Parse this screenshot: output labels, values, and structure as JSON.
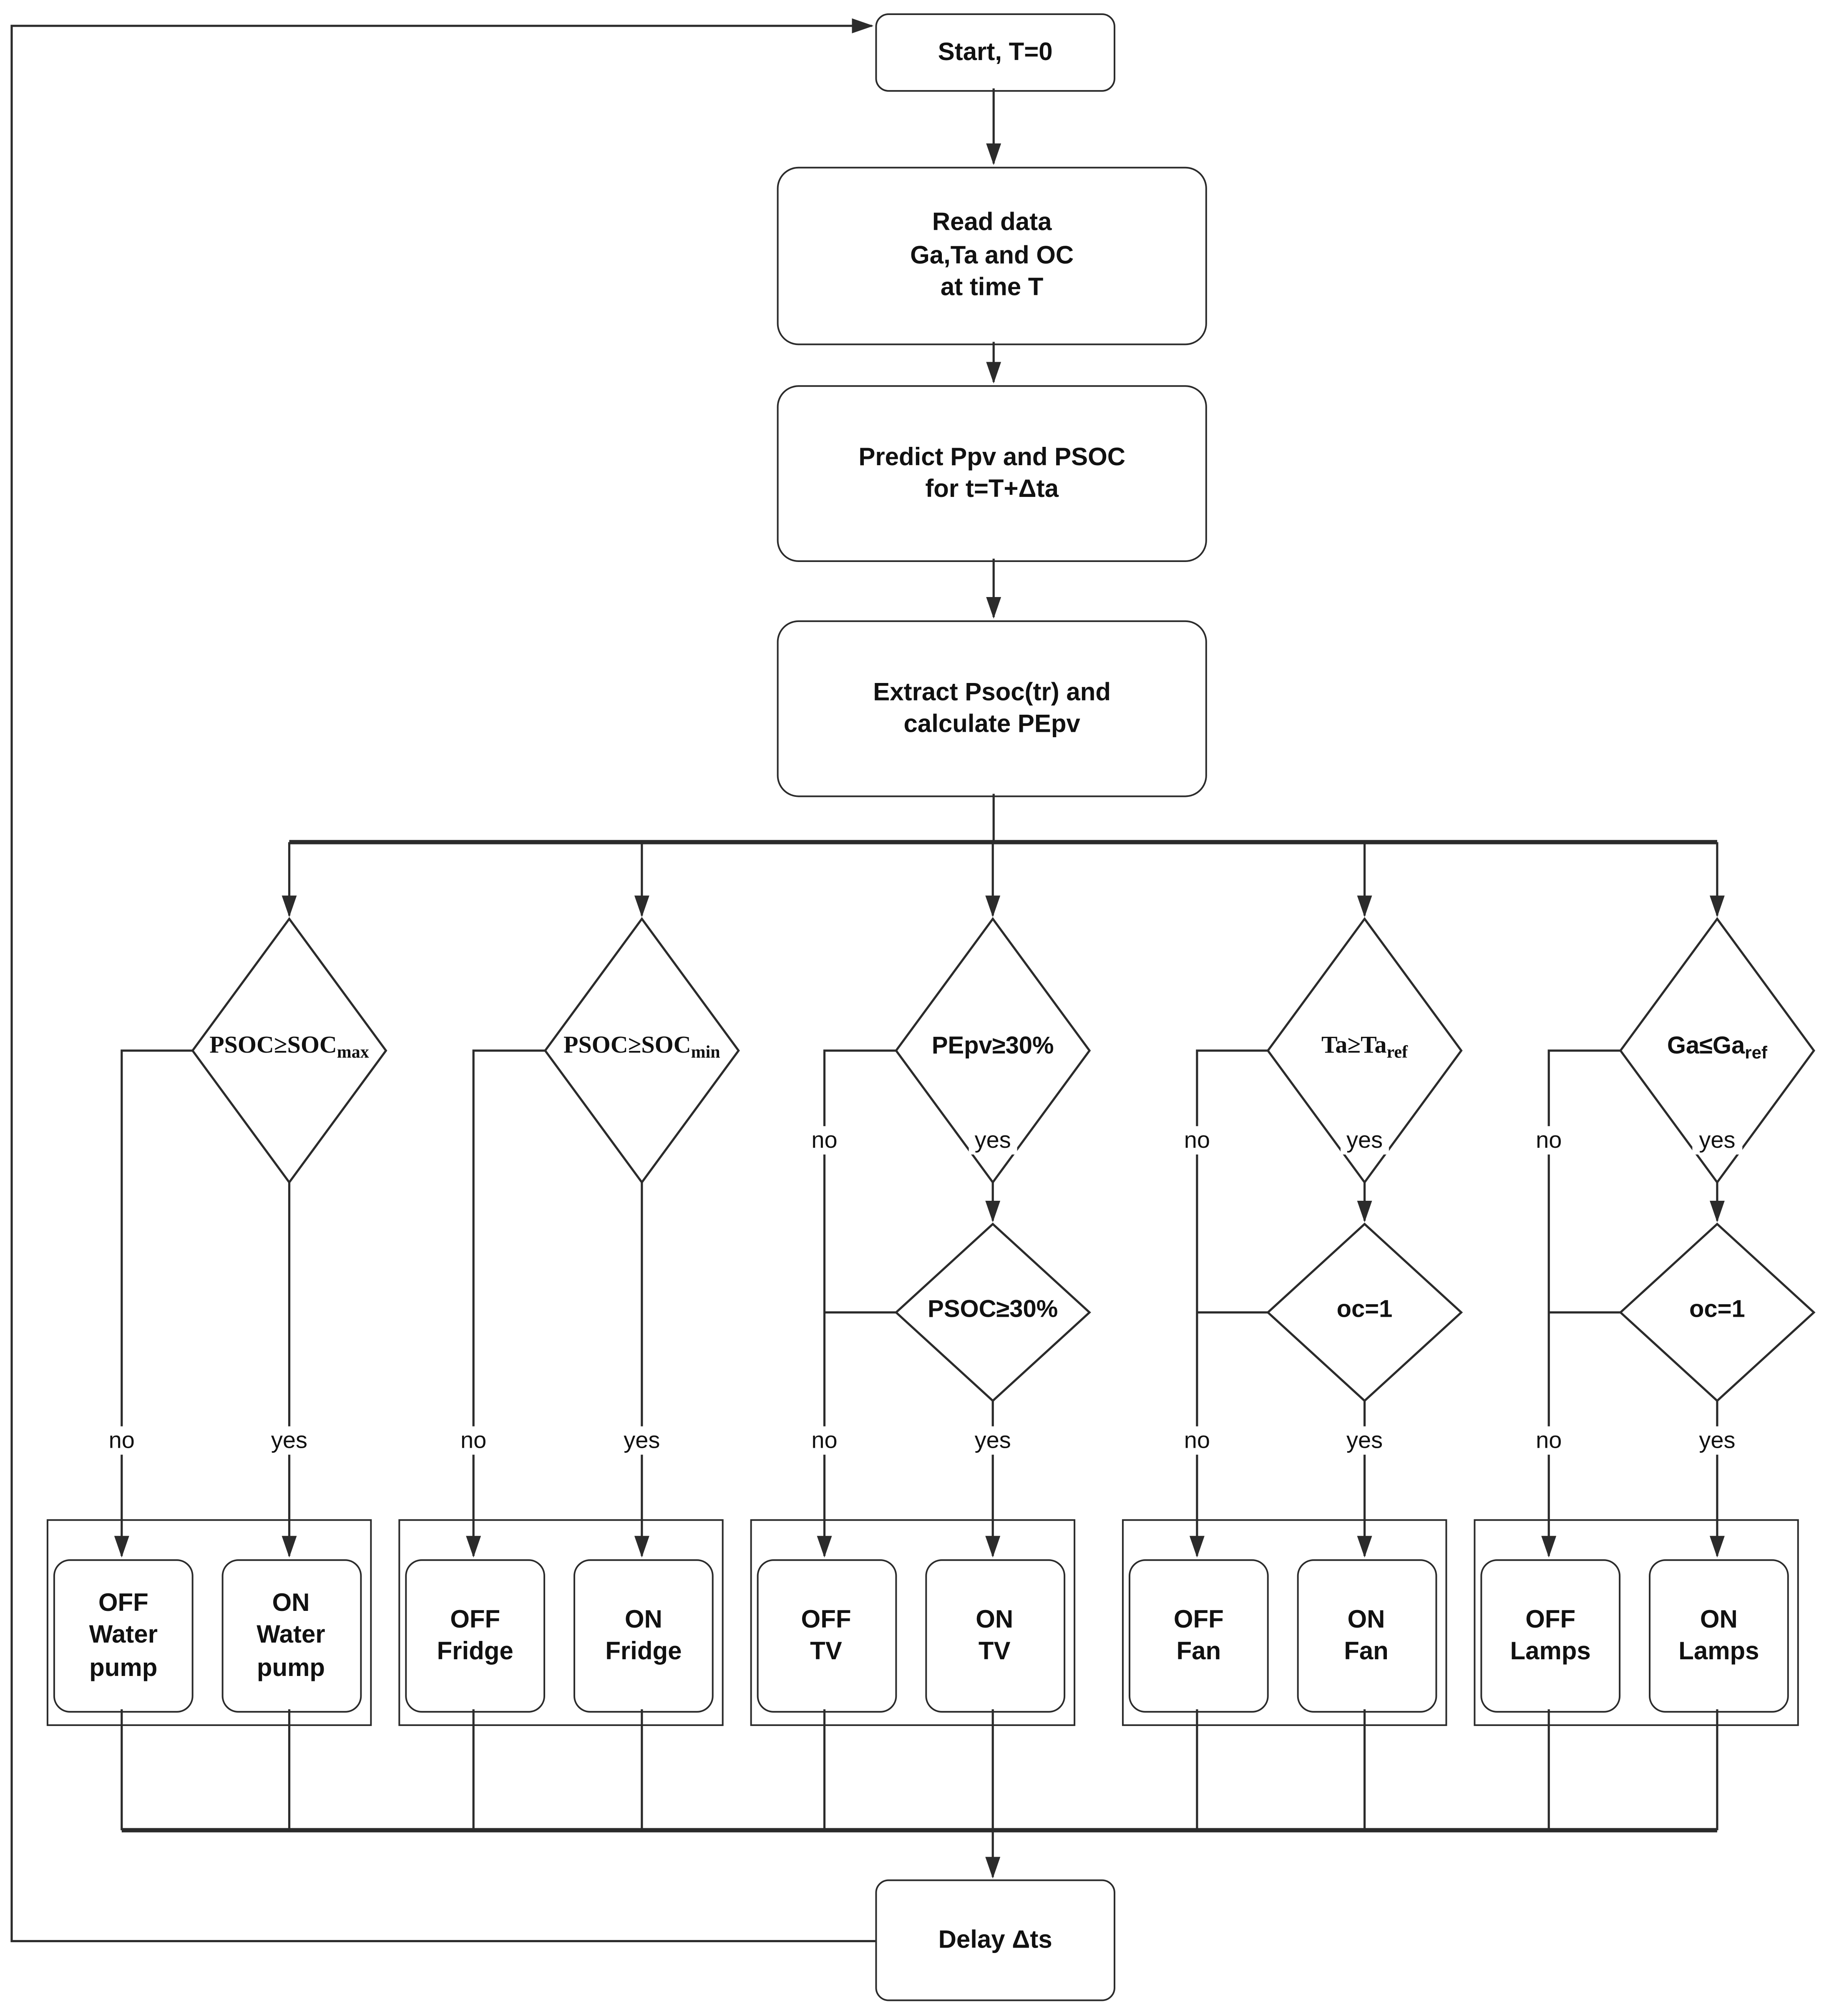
{
  "colors": {
    "stroke": "#2b2b2b",
    "background": "#ffffff",
    "text": "#111111"
  },
  "nodes": {
    "start": "Start, T=0",
    "read_data": "Read data\nGa,Ta and OC\nat time T",
    "predict": "Predict Ppv and PSOC\nfor t=T+Δta",
    "extract": "Extract Psoc(tr) and\ncalculate PEpv",
    "delay": "Delay Δts"
  },
  "branches": [
    {
      "decision": {
        "text": "PSOC≥SOC",
        "sub": "max"
      },
      "lower_no": "no",
      "lower_yes": "yes",
      "off": "OFF\nWater\npump",
      "on": "ON\nWater\npump"
    },
    {
      "decision": {
        "text": "PSOC≥SOC",
        "sub": "min"
      },
      "lower_no": "no",
      "lower_yes": "yes",
      "off": "OFF\nFridge",
      "on": "ON\nFridge"
    },
    {
      "decision": {
        "text": "PEpv≥30%",
        "sub": ""
      },
      "second_decision": {
        "text": "PSOC≥30%",
        "sub": ""
      },
      "upper_no": "no",
      "upper_yes": "yes",
      "lower_no": "no",
      "lower_yes": "yes",
      "off": "OFF\nTV",
      "on": "ON\nTV"
    },
    {
      "decision": {
        "text": "Ta≥Ta",
        "sub": "ref"
      },
      "second_decision": {
        "text": "oc=1",
        "sub": ""
      },
      "upper_no": "no",
      "upper_yes": "yes",
      "lower_no": "no",
      "lower_yes": "yes",
      "off": "OFF\nFan",
      "on": "ON\nFan"
    },
    {
      "decision": {
        "text": "Ga≤Ga",
        "sub": "ref"
      },
      "second_decision": {
        "text": "oc=1",
        "sub": ""
      },
      "upper_no": "no",
      "upper_yes": "yes",
      "lower_no": "no",
      "lower_yes": "yes",
      "off": "OFF\nLamps",
      "on": "ON\nLamps"
    }
  ]
}
